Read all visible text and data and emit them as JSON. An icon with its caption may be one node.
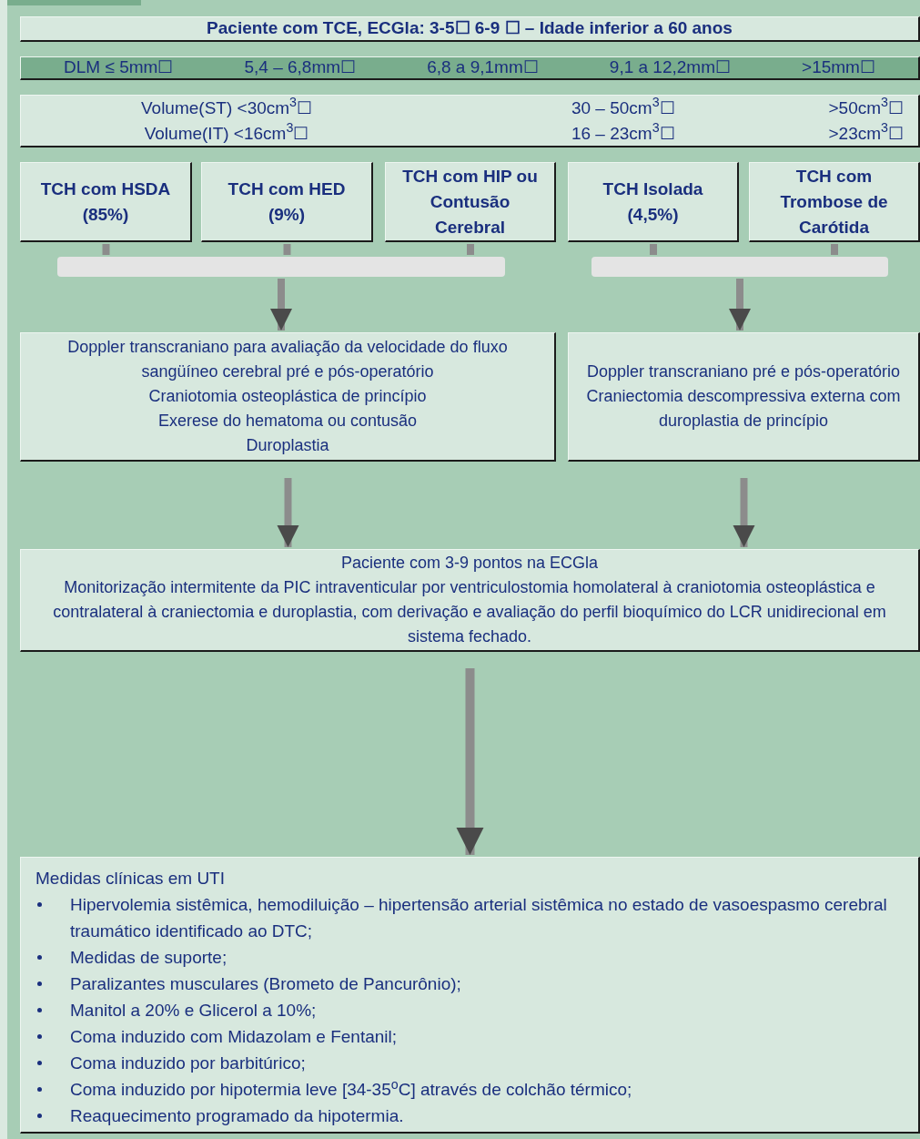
{
  "diagram": {
    "nodes": [
      {
        "text": [
          "Paciente com TCE, ECGla: 3-5☐ 6-9 ☐ – Idade inferior a 60 anos"
        ]
      },
      {
        "text": [
          "DLM ≤ 5mm☐",
          "5,4 – 6,8mm☐",
          "6,8 a 9,1mm☐",
          "9,1 a 12,2mm☐",
          ">15mm☐"
        ]
      },
      {
        "text": [
          "Volume(ST) <30cm$^{3}$☐",
          "30 – 50cm$^{3}$☐",
          ">50cm$^{3}$☐",
          "Volume(IT) <16cm$^{3}$☐",
          "16 – 23cm$^{3}$☐",
          ">23cm$^{3}$☐"
        ]
      },
      {
        "text": [
          "TCH com HSDA (85%)"
        ]
      },
      {
        "text": [
          "TCH com HED (9%)"
        ]
      },
      {
        "text": [
          "TCH com HIP ou Contusão Cerebral"
        ]
      },
      {
        "text": [
          "TCH Isolada (4,5%)"
        ]
      },
      {
        "text": [
          "TCH com Trombose de Carótida"
        ]
      },
      {
        "text": [],
        "shape": "bar"
      },
      {
        "text": [],
        "shape": "bar"
      },
      {
        "text": [
          "Doppler transcraniano para avaliação da velocidade do fluxo sangüíneo cerebral pré e pós-operatório",
          "Craniotomia osteoplástica de princípio",
          "Exerese do hematoma ou contusão",
          "Duroplastia"
        ]
      },
      {
        "text": [
          "Doppler transcraniano pré e pós-operatório",
          "Craniectomia descompressiva externa com duroplastia de princípio"
        ]
      },
      {
        "text": [
          "Paciente com 3-9 pontos na ECGla",
          "Monitorização intermitente da PIC intraventicular por ventriculostomia homolateral à craniotomia osteoplástica e contralateral à craniectomia e duroplastia, com derivação e avaliação do perfil bioquímico do LCR unidirecional em sistema fechado."
        ]
      },
      {
        "text": [
          "Medidas clínicas em UTI",
          "Hipervolemia sistêmica, hemodiluição – hipertensão arterial sistêmica no estado de vasoespasmo cerebral traumático identificado ao DTC;",
          "Medidas de suporte;",
          "Paralizantes musculares (Brometo de Pancurônio);",
          "Manitol a 20% e Glicerol a 10%;",
          "Coma induzido com Midazolam e Fentanil;",
          "Coma induzido por barbitúrico;",
          "Coma induzido por hipotermia leve [34-35$^{o}$C] através de colchão térmico;",
          "Reaquecimento programado da hipotermia."
        ]
      }
    ],
    "edges": [
      {
        "from": 3,
        "to": 8,
        "arrow": "none"
      },
      {
        "from": 4,
        "to": 8,
        "arrow": "none"
      },
      {
        "from": 5,
        "to": 8,
        "arrow": "none"
      },
      {
        "from": 6,
        "to": 9,
        "arrow": "none"
      },
      {
        "from": 7,
        "to": 9,
        "arrow": "none"
      },
      {
        "from": 8,
        "to": 10,
        "arrow": "to"
      },
      {
        "from": 9,
        "to": 11,
        "arrow": "to"
      },
      {
        "from": 10,
        "to": 12,
        "arrow": "to"
      },
      {
        "from": 11,
        "to": 12,
        "arrow": "to"
      },
      {
        "from": 12,
        "to": 13,
        "arrow": "to"
      }
    ]
  }
}
